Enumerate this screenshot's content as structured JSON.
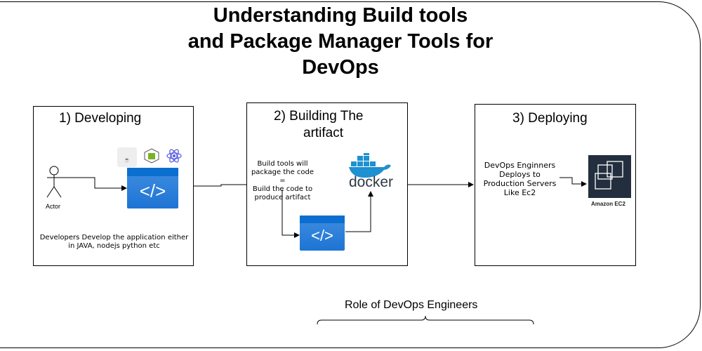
{
  "title_lines": [
    "Understanding Build tools",
    "and Package Manager Tools for",
    "DevOps"
  ],
  "steps": [
    {
      "title": "1)  Developing",
      "actor_label": "Actor",
      "icons": [
        "java-icon",
        "nodejs-icon",
        "react-icon",
        "code-icon"
      ],
      "note_lines": [
        "Developers Develop the application either",
        "in JAVA, nodejs python etc"
      ]
    },
    {
      "title_lines": [
        "2)  Building The",
        "artifact"
      ],
      "note_lines": [
        "Build tools will",
        "package the code =",
        "Build the code to",
        "produce artifact"
      ],
      "docker_label": "docker"
    },
    {
      "title": "3) Deploying",
      "note_lines": [
        "DevOps Enginners",
        "Deploys to",
        "Production Servers",
        "Like Ec2"
      ],
      "ec2_label": "Amazon EC2"
    }
  ],
  "role_label": "Role of DevOps Engineers",
  "colors": {
    "code_blue": "#1e74d4",
    "ec2_bg": "#232f3e",
    "docker_blue": "#1d91d1"
  }
}
